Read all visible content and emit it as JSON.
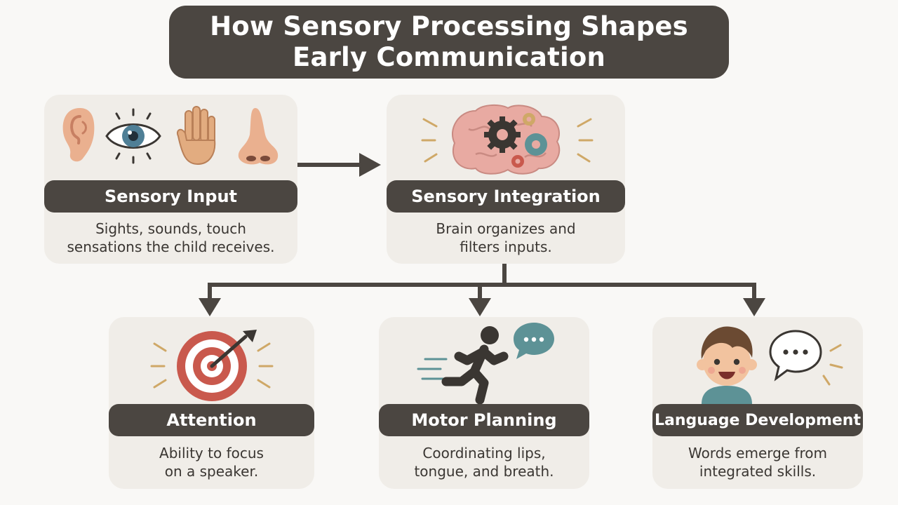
{
  "title": {
    "line1": "How Sensory Processing Shapes",
    "line2": "Early Communication"
  },
  "nodes": {
    "sensory_input": {
      "label": "Sensory Input",
      "desc_line1": "Sights, sounds, touch",
      "desc_line2": "sensations the child receives.",
      "icons": [
        "ear-icon",
        "eye-icon",
        "hand-icon",
        "nose-icon"
      ]
    },
    "sensory_integration": {
      "label": "Sensory Integration",
      "desc_line1": "Brain organizes and",
      "desc_line2": "filters inputs.",
      "icons": [
        "brain-gears-icon"
      ]
    },
    "attention": {
      "label": "Attention",
      "desc_line1": "Ability to focus",
      "desc_line2": "on a speaker.",
      "icons": [
        "target-icon"
      ]
    },
    "motor_planning": {
      "label": "Motor Planning",
      "desc_line1": "Coordinating lips,",
      "desc_line2": "tongue, and breath.",
      "icons": [
        "running-person-icon",
        "speech-bubble-icon"
      ]
    },
    "language_development": {
      "label": "Language Development",
      "desc_line1": "Words emerge from",
      "desc_line2": "integrated skills.",
      "icons": [
        "child-face-icon",
        "speech-bubble-icon"
      ]
    }
  },
  "edges": [
    {
      "from": "sensory_input",
      "to": "sensory_integration"
    },
    {
      "from": "sensory_integration",
      "to": "attention"
    },
    {
      "from": "sensory_integration",
      "to": "motor_planning"
    },
    {
      "from": "sensory_integration",
      "to": "language_development"
    }
  ],
  "colors": {
    "dark": "#4b4641",
    "card": "#f0ede8",
    "background": "#f9f8f6",
    "accent_red": "#c9594d",
    "accent_gold": "#cfa867",
    "accent_teal": "#5d9296"
  }
}
